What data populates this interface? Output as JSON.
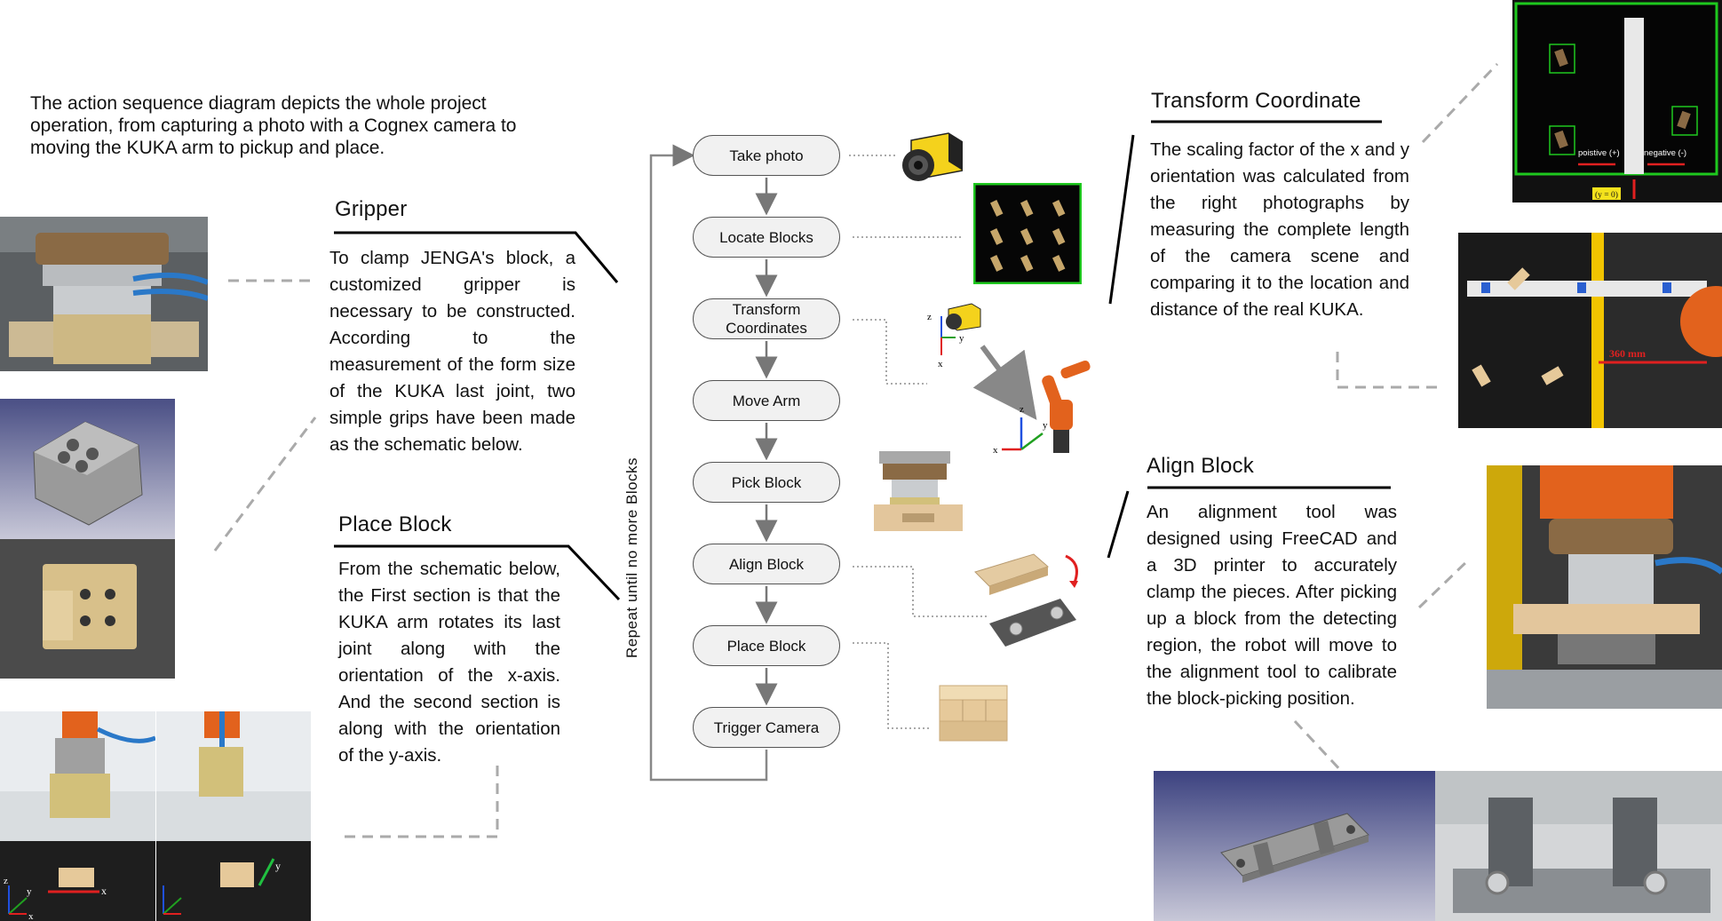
{
  "intro": "The action sequence diagram depicts the whole project operation, from capturing a photo with a Cognex camera to moving the KUKA arm to pickup and place.",
  "gripper": {
    "title": "Gripper",
    "text": "To clamp JENGA's block, a customized gripper is necessary to be constructed. According to the measurement of the form size of the KUKA last joint, two simple grips have been made as the schematic below."
  },
  "place_block": {
    "title": "Place Block",
    "text": "From the schematic below, the First section is that the KUKA arm rotates its last joint along with the orientation of the x-axis. And the second section is along with the orientation of the y-axis."
  },
  "transform": {
    "title": "Transform Coordinate",
    "text": "The scaling factor of the x and y orientation was calculated from the right photographs by measuring the complete length of the camera scene and comparing it to the location and distance of the real KUKA."
  },
  "align": {
    "title": "Align Block",
    "text": "An alignment tool was designed using FreeCAD and a 3D printer to accurately clamp the pieces. After picking up a block from the detecting region, the robot will move to the alignment tool to calibrate the block-picking position."
  },
  "flow": {
    "steps": [
      "Take photo",
      "Locate Blocks",
      "Transform Coordinates",
      "Move Arm",
      "Pick Block",
      "Align Block",
      "Place Block",
      "Trigger Camera"
    ],
    "loop_label": "Repeat until no more Blocks"
  },
  "camera_view": {
    "positive": "poistive (+)",
    "negative": "negative (-)",
    "y_zero": "(y = 0)"
  },
  "measure": {
    "label": "360 mm"
  },
  "axes": {
    "x": "x",
    "y": "y",
    "z": "z"
  },
  "colors": {
    "node_fill": "#f1f1f1",
    "node_border": "#555555",
    "arrow": "#777777",
    "detect_green": "#1ec81e",
    "measure_red": "#e02020",
    "kuka_orange": "#e2621d",
    "cognex_yellow": "#f4d21c"
  }
}
